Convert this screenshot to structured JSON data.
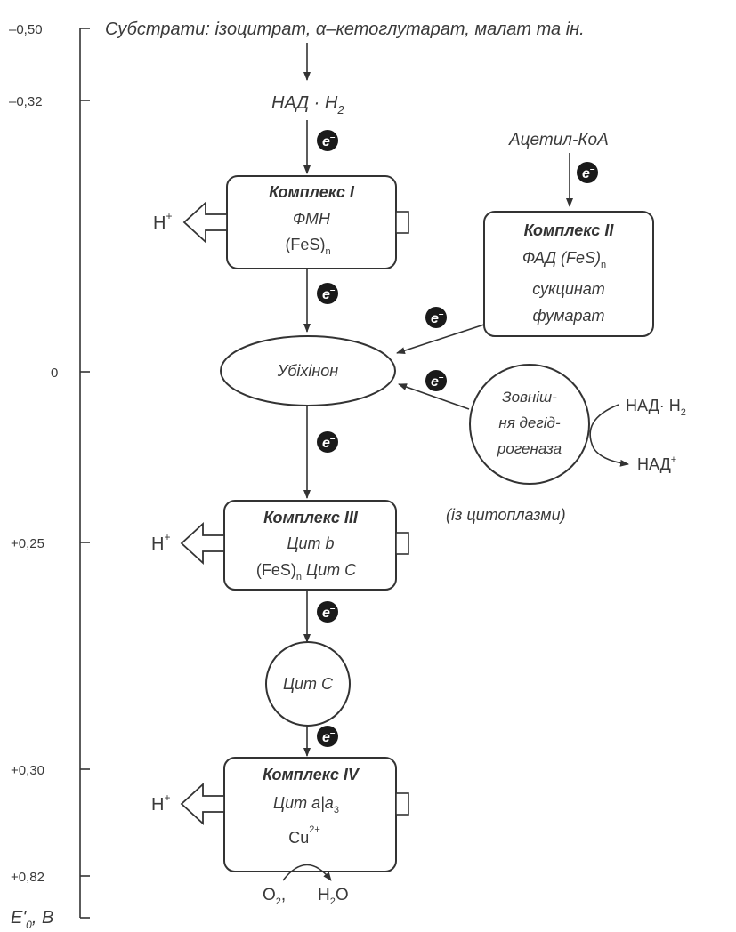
{
  "scale": {
    "ticks": [
      "–0,50",
      "–0,32",
      "0",
      "+0,25",
      "+0,30",
      "+0,82"
    ],
    "axis_label": "E'",
    "axis_label_sub": "0",
    "axis_unit": ", B"
  },
  "substrates": "Субстрати: ізоцитрат, α–кетоглутарат, малат та ін.",
  "nadh": {
    "text": "НАД · Н",
    "sub": "2"
  },
  "electron": {
    "symbol": "e",
    "sup": "–"
  },
  "proton": {
    "symbol": "Н",
    "sup": "+"
  },
  "acetyl_coa": "Ацетил-КоА",
  "complex1": {
    "title": "Комплекс І",
    "line1": "ФМН",
    "line2": "(FeS)",
    "line2_sub": "n"
  },
  "complex2": {
    "title": "Комплекс ІІ",
    "line1": "ФАД (FeS)",
    "line1_sub": "n",
    "line2": "сукцинат",
    "line3": "фумарат"
  },
  "ubiquinone": "Убіхінон",
  "ext_dehydrogenase": {
    "line1": "Зовніш-",
    "line2": "ня дегід-",
    "line3": "рогеназа"
  },
  "from_cytoplasm": "(із цитоплазми)",
  "nadh_right": {
    "text": "НАД· Н",
    "sub": "2"
  },
  "nad_plus": {
    "text": "НАД",
    "sup": "+"
  },
  "complex3": {
    "title": "Комплекс ІІІ",
    "line1": "Цит b",
    "line2": "(FeS)",
    "line2_sub": "n",
    "line2_rest": " Цит С"
  },
  "cytc": "Цит С",
  "complex4": {
    "title": "Комплекс IV",
    "line1": "Цит  a|a",
    "line1_sub": "3",
    "line2": "Cu",
    "line2_sup": "2+"
  },
  "o2": {
    "text": "O",
    "sub": "2",
    "rest": ","
  },
  "h2o": {
    "text": "H",
    "sub": "2",
    "rest": "O"
  }
}
